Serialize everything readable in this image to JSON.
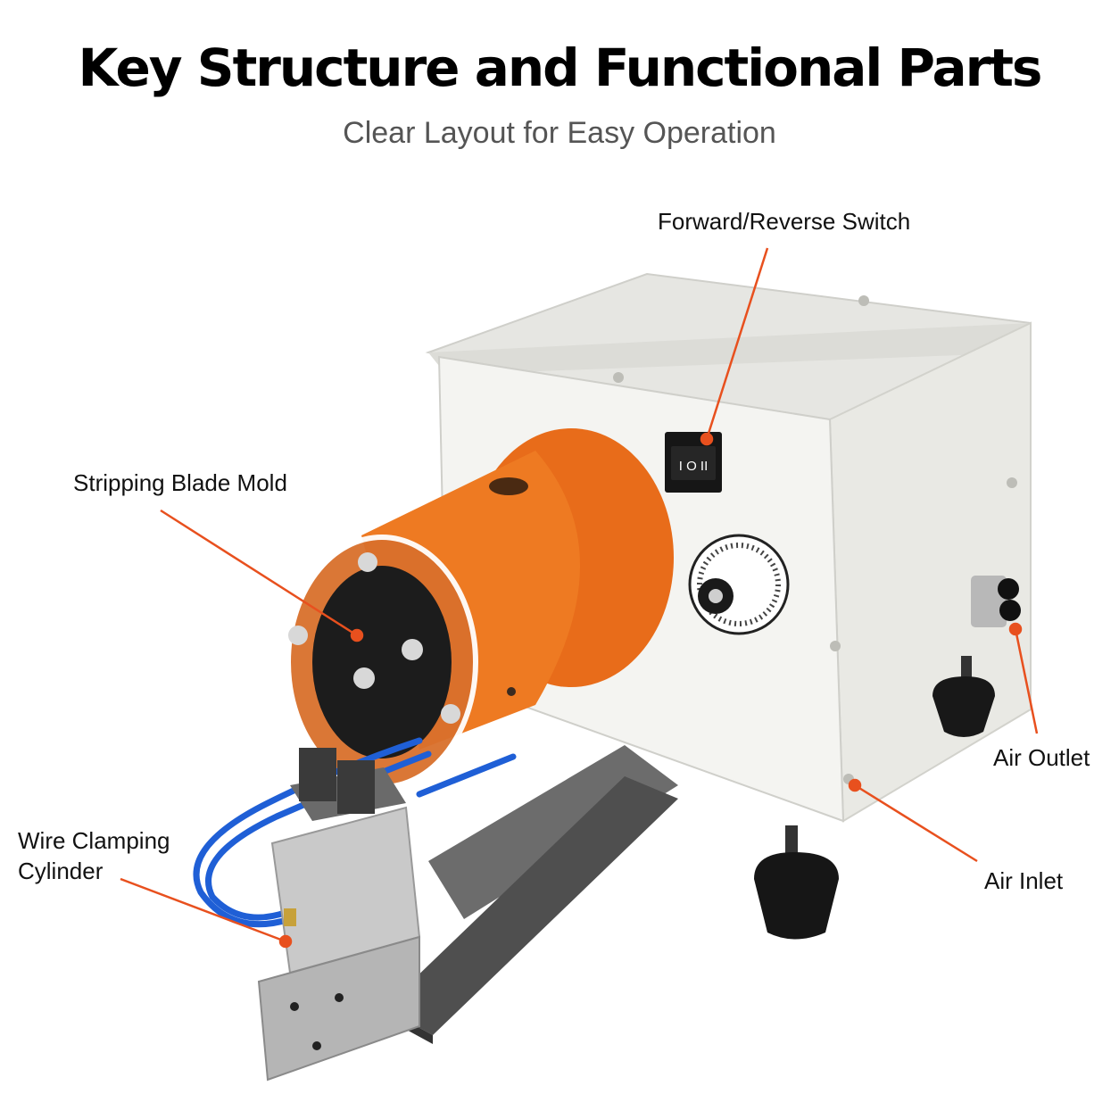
{
  "header": {
    "title": "Key Structure and Functional Parts",
    "subtitle": "Clear Layout for Easy Operation"
  },
  "callouts": {
    "forward_reverse": "Forward/Reverse Switch",
    "stripping_blade": "Stripping Blade Mold",
    "air_outlet": "Air Outlet",
    "air_inlet": "Air Inlet",
    "wire_clamp_line1": "Wire Clamping",
    "wire_clamp_line2": "Cylinder"
  },
  "switch_glyph": "I O II",
  "colors": {
    "leader": "#e8501e",
    "barrel": "#ee7a22",
    "housing": "#f1f1ee",
    "title": "#000000",
    "subtitle": "#555555",
    "hose": "#1f5fd6"
  }
}
